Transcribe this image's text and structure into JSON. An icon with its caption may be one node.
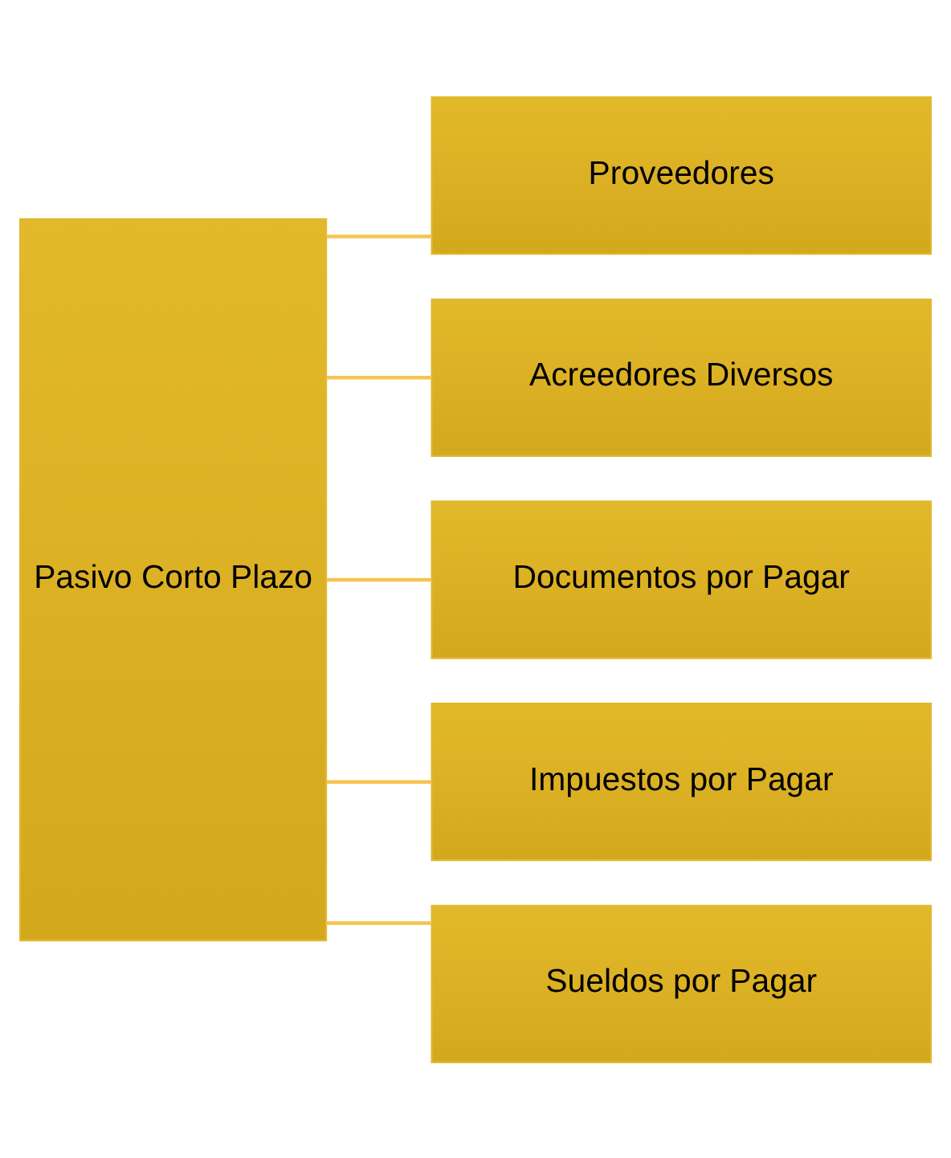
{
  "diagram": {
    "nodes": [
      {
        "text": [
          "Pasivo Corto Plazo"
        ]
      },
      {
        "text": [
          "Proveedores"
        ]
      },
      {
        "text": [
          "Acreedores Diversos"
        ]
      },
      {
        "text": [
          "Documentos por Pagar"
        ]
      },
      {
        "text": [
          "Impuestos por Pagar"
        ]
      },
      {
        "text": [
          "Sueldos por Pagar"
        ]
      }
    ],
    "edges": [
      {
        "from": 0,
        "to": 1,
        "arrow": "none"
      },
      {
        "from": 0,
        "to": 2,
        "arrow": "none"
      },
      {
        "from": 0,
        "to": 3,
        "arrow": "none"
      },
      {
        "from": 0,
        "to": 4,
        "arrow": "none"
      },
      {
        "from": 0,
        "to": 5,
        "arrow": "none"
      }
    ]
  }
}
